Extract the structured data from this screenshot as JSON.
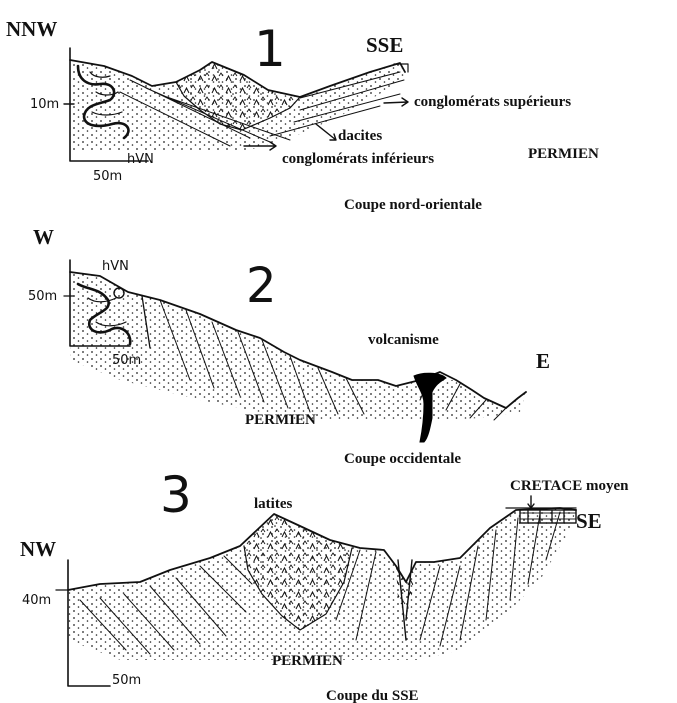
{
  "section_1": {
    "number": "1",
    "orientation_left": "NNW",
    "orientation_right": "SSE",
    "scale_vertical": "10m",
    "scale_horizontal": "50m",
    "unit_label_hvn": "hVN",
    "label_conglomerats_superieurs": "conglomérats supérieurs",
    "label_dacites": "dacites",
    "label_conglomerats_inferieurs": "conglomérats inférieurs",
    "label_permien": "PERMIEN",
    "caption": "Coupe nord-orientale"
  },
  "section_2": {
    "number": "2",
    "orientation_left": "W",
    "orientation_right": "E",
    "scale_vertical": "50m",
    "scale_horizontal": "50m",
    "unit_label_hvn": "hVN",
    "label_volcanisme": "volcanisme",
    "label_permien": "PERMIEN",
    "caption": "Coupe occidentale"
  },
  "section_3": {
    "number": "3",
    "orientation_left": "NW",
    "orientation_right": "SE",
    "scale_vertical": "40m",
    "scale_horizontal": "50m",
    "label_latites": "latites",
    "label_cretace": "CRETACE moyen",
    "label_permien": "PERMIEN",
    "caption": "Coupe du SSE"
  }
}
